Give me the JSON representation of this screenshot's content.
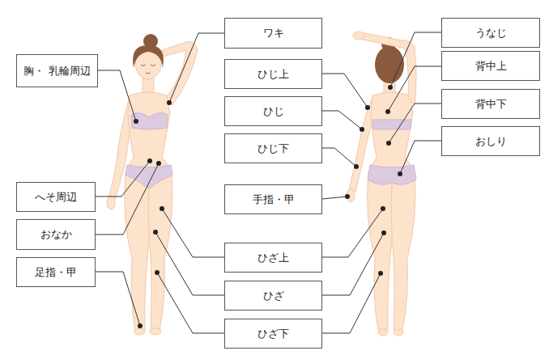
{
  "diagram": {
    "nodes": [
      {
        "text": [
          "ワキ"
        ]
      },
      {
        "text": [
          "うなじ"
        ]
      },
      {
        "text": [
          "胸・ 乳輪周辺"
        ]
      },
      {
        "text": [
          "ひじ上"
        ]
      },
      {
        "text": [
          "背中上"
        ]
      },
      {
        "text": [
          "背中下"
        ]
      },
      {
        "text": [
          "ひじ"
        ]
      },
      {
        "text": [
          "おしり"
        ]
      },
      {
        "text": [
          "ひじ下"
        ]
      },
      {
        "text": [
          "へそ周辺"
        ]
      },
      {
        "text": [
          "手指・甲"
        ]
      },
      {
        "text": [
          "おなか"
        ]
      },
      {
        "text": [
          "ひざ上"
        ]
      },
      {
        "text": [
          "足指・甲"
        ]
      },
      {
        "text": [
          "ひざ"
        ]
      },
      {
        "text": [
          "ひざ下"
        ]
      }
    ]
  }
}
